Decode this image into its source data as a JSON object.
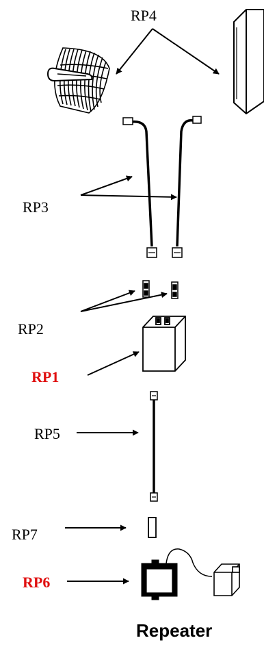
{
  "labels": {
    "rp4": "RP4",
    "rp3": "RP3",
    "rp2": "RP2",
    "rp1": "RP1",
    "rp5": "RP5",
    "rp7": "RP7",
    "rp6": "RP6"
  },
  "title": "Repeater",
  "colors": {
    "emphasis_label": "#e01010",
    "line": "#000000"
  }
}
